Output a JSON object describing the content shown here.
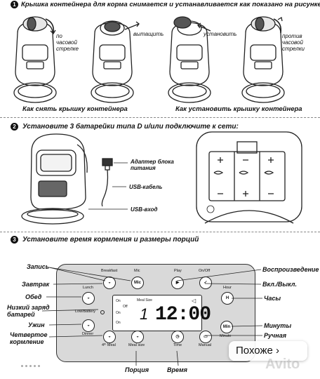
{
  "step1": {
    "num": "1",
    "heading": "Крышка контейнера для корма снимается и устанавливается как показано на рисунке:",
    "label_ccw": "по\nчасовой\nстрелке",
    "label_pull": "вытащить",
    "label_install": "установить",
    "label_cw": "против\nчасовой\nстрелки",
    "caption_remove": "Как снять крышку контейнера",
    "caption_install": "Как установить  крышку контейнера"
  },
  "step2": {
    "num": "2",
    "heading": "Установите 3 батарейки типа D и/или подключите к сети:",
    "adapter": "Адаптер блока\nпитания",
    "usb_cable": "USB-кабель",
    "usb_input": "USB-вход"
  },
  "step3": {
    "num": "3",
    "heading": "Установите время кормления и размеры порций"
  },
  "labels_left": {
    "record": "Запись",
    "breakfast": "Завтрак",
    "lunch": "Обед",
    "low_battery": "Низкий заряд\nбатарей",
    "dinner": "Ужин",
    "fourth_meal": "Четвертое\nкормление"
  },
  "labels_right": {
    "play": "Воспроизведение",
    "onoff": "Вкл./Выкл.",
    "hours": "Часы",
    "minutes": "Минуты",
    "manual": "Ручная"
  },
  "labels_bottom": {
    "portion": "Порция",
    "time": "Время"
  },
  "panel": {
    "breakfast": "Breakfast",
    "mic": "Mic",
    "play": "Play",
    "onoff": "On/Off",
    "lunch": "Lunch",
    "hour": "Hour",
    "h": "H",
    "low_battery": "Low/Battery",
    "dinner": "Dinner",
    "min": "Min",
    "minute": "Minute",
    "meal4": "4ᵗʰ Meal",
    "meal_size": "Meal size",
    "time": "Time",
    "manual": "Manual",
    "lcd_on1": "On",
    "lcd_off": "Off",
    "lcd_on2": "On",
    "lcd_on3": "On",
    "lcd_meal_size": "Meal Size",
    "lcd_portion": "1",
    "lcd_time": "12:00"
  },
  "overlay": {
    "more_button": "Похоже ›",
    "watermark": "Avito"
  }
}
